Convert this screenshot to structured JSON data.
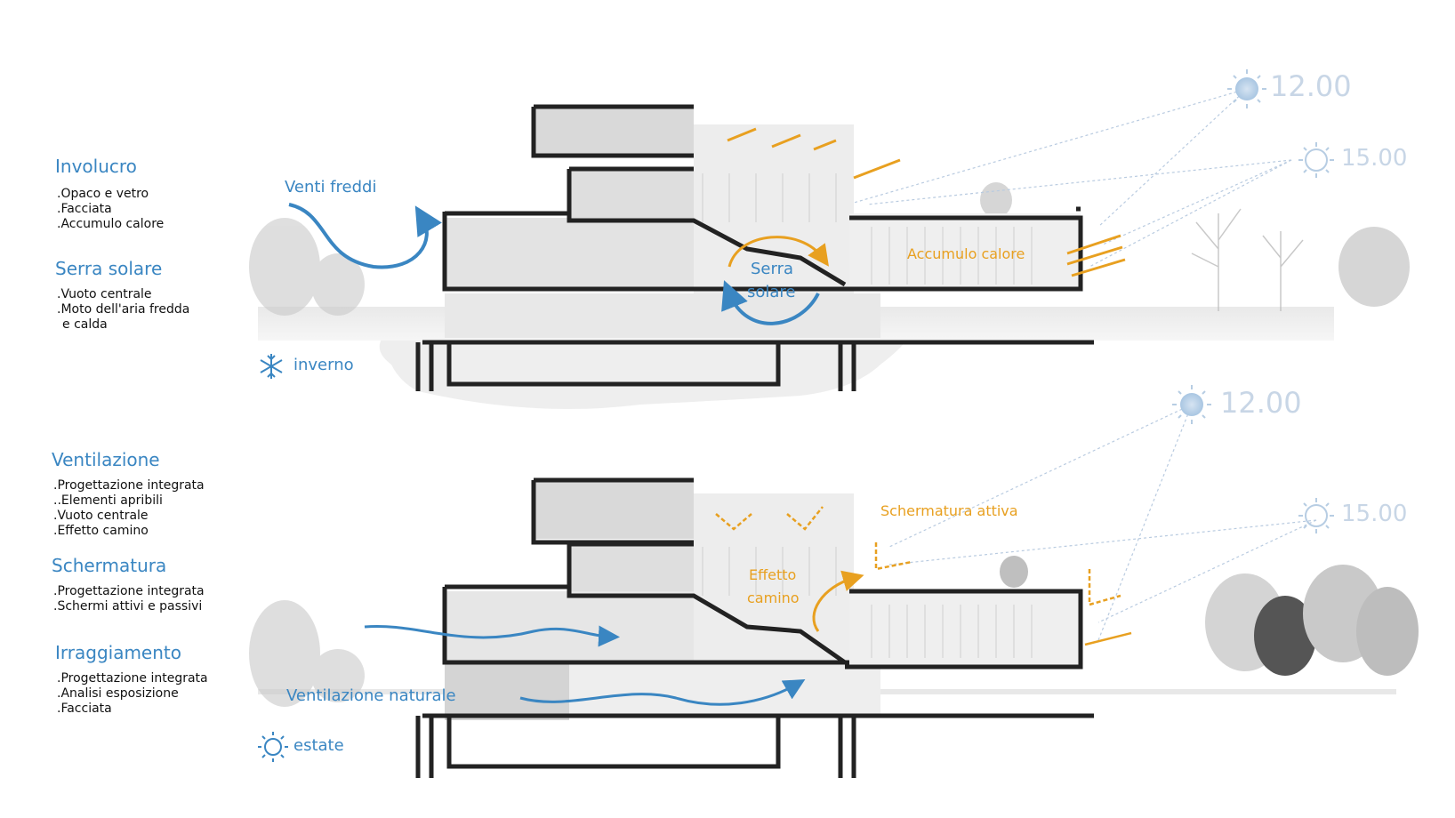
{
  "winter": {
    "sections": [
      {
        "title": "Involucro",
        "items": [
          ".Opaco e vetro",
          ".Facciata",
          ".Accumulo calore"
        ]
      },
      {
        "title": "Serra solare",
        "items": [
          ".Vuoto centrale",
          ".Moto dell'aria fredda",
          " e calda"
        ]
      }
    ],
    "season_label": "inverno",
    "season_icon": "snowflake-icon",
    "labels": {
      "cold_winds": "Venti freddi",
      "greenhouse_line1": "Serra",
      "greenhouse_line2": "solare",
      "heat_storage": "Accumulo calore"
    },
    "sun_times": [
      "12.00",
      "15.00"
    ]
  },
  "summer": {
    "sections": [
      {
        "title": "Ventilazione",
        "items": [
          ".Progettazione integrata",
          "..Elementi apribili",
          ".Vuoto centrale",
          ".Effetto camino"
        ]
      },
      {
        "title": "Schermatura",
        "items": [
          ".Progettazione integrata",
          ".Schermi attivi e passivi"
        ]
      },
      {
        "title": "Irraggiamento",
        "items": [
          ".Progettazione integrata",
          ".Analisi esposizione",
          ".Facciata"
        ]
      }
    ],
    "season_label": "estate",
    "season_icon": "sun-icon",
    "labels": {
      "active_shading": "Schermatura attiva",
      "chimney_line1": "Effetto",
      "chimney_line2": "camino",
      "natural_ventilation": "Ventilazione naturale"
    },
    "sun_times": [
      "12.00",
      "15.00"
    ]
  },
  "colors": {
    "blue": "#3a86c2",
    "orange": "#e8a020",
    "sun": "#c8d6e6",
    "structure": "#222222"
  }
}
